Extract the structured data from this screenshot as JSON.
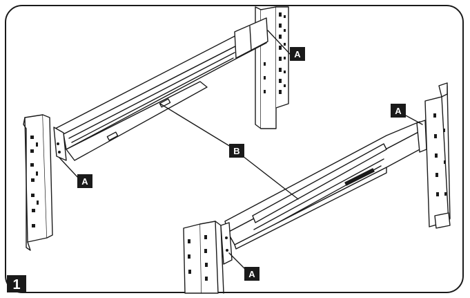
{
  "figure": {
    "step_number": "1",
    "callouts": [
      {
        "id": "a-top-rear",
        "label": "A"
      },
      {
        "id": "a-left-front",
        "label": "A"
      },
      {
        "id": "b-rails",
        "label": "B"
      },
      {
        "id": "a-right-rear",
        "label": "A"
      },
      {
        "id": "a-bottom-front",
        "label": "A"
      }
    ]
  }
}
